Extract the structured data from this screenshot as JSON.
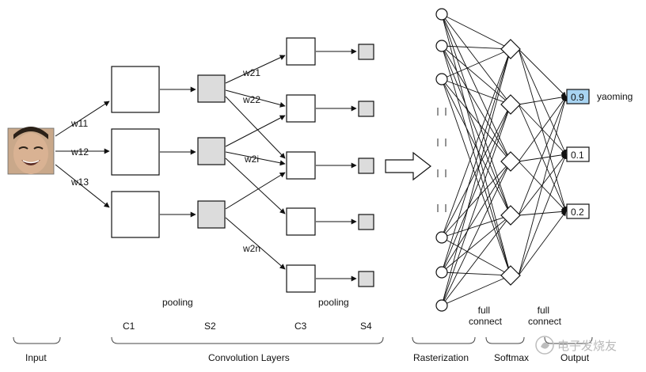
{
  "weights_input": [
    "w11",
    "w12",
    "w13"
  ],
  "weights_conv": [
    "w21",
    "w22",
    "w2i",
    "w2n"
  ],
  "stage_labels": {
    "pool_left": "pooling",
    "pool_right": "pooling",
    "c1": "C1",
    "s2": "S2",
    "c3": "C3",
    "s4": "S4",
    "full_connect_1": "full\nconnect",
    "full_connect_2": "full\nconnect"
  },
  "bottom_labels": {
    "input": "Input",
    "conv": "Convolution Layers",
    "raster": "Rasterization",
    "softmax": "Softmax",
    "output": "Output"
  },
  "outputs": [
    {
      "value": "0.9",
      "highlight": true
    },
    {
      "value": "0.1",
      "highlight": false
    },
    {
      "value": "0.2",
      "highlight": false
    }
  ],
  "output_label": "yaoming",
  "watermark": "电子发烧友",
  "colors": {
    "highlight": "#a8d4f2",
    "shaded": "#dcdcdc"
  }
}
